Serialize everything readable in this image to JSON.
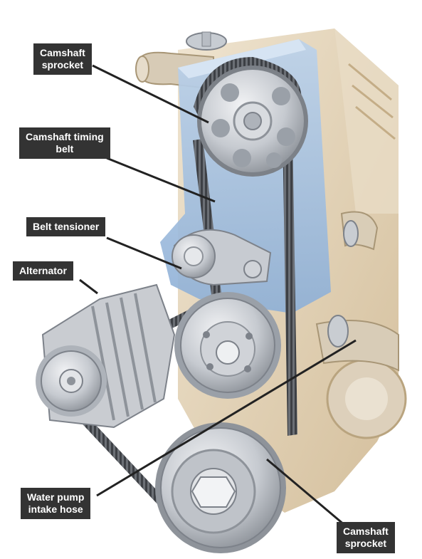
{
  "diagram": {
    "labels": {
      "camshaft_sprocket_top": [
        "Camshaft",
        "sprocket"
      ],
      "camshaft_timing_belt": [
        "Camshaft timing",
        "belt"
      ],
      "belt_tensioner": [
        "Belt tensioner"
      ],
      "alternator": [
        "Alternator"
      ],
      "water_pump_intake_hose": [
        "Water pump",
        "intake hose"
      ],
      "camshaft_sprocket_bottom": [
        "Camshaft",
        "sprocket"
      ]
    },
    "colors": {
      "callout_bg": "#333333",
      "callout_text": "#ffffff",
      "leader_line": "#222222",
      "cover_blue": "#a9c3e0",
      "block_tan": "#e3d3b8",
      "metal": "#c9cdd2",
      "belt": "#5a5e64"
    }
  }
}
